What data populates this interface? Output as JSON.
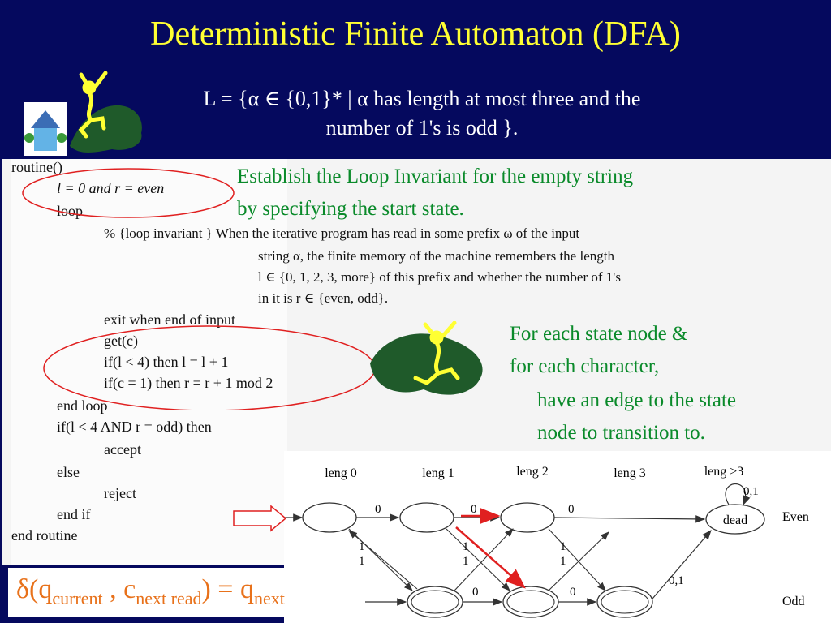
{
  "slide": {
    "title": "Deterministic Finite Automaton (DFA)",
    "language_line1": "L = {α ∈ {0,1}* | α has length at most three and the",
    "language_line2": "number of 1's is odd }."
  },
  "code": {
    "lines": [
      "routine()",
      "l = 0 and r = even",
      "loop",
      "% {loop invariant } When the iterative program has read in some prefix ω of the input",
      "string α, the finite memory of the machine remembers the length",
      "l ∈ {0, 1, 2, 3, more} of this prefix and whether the number of 1's",
      "in it is r ∈ {even, odd}.",
      "exit when end of input",
      "get(c)",
      "if(l < 4) then l = l + 1",
      "if(c = 1) then r = r + 1 mod 2",
      "end loop",
      "if(l < 4 AND r = odd) then",
      "accept",
      "else",
      "reject",
      "end if",
      "end routine"
    ]
  },
  "notes": {
    "invariant_line1": "Establish the Loop Invariant for the empty string",
    "invariant_line2": "by specifying the start state.",
    "edge_line1": "For each state node &",
    "edge_line2": "for each character,",
    "edge_line3": "have an edge to the state",
    "edge_line4": "node to transition to."
  },
  "diagram": {
    "column_labels": [
      "leng 0",
      "leng 1",
      "leng 2",
      "leng 3",
      "leng >3"
    ],
    "row_labels": [
      "Even",
      "Odd"
    ],
    "dead_state_label": "dead",
    "edge_labels": {
      "e01": "0",
      "e12": "0",
      "e23": "0",
      "dead_loop": "0,1",
      "c1a": "1",
      "c1b": "1",
      "c2a": "1",
      "c2b": "1",
      "c3a": "1",
      "c3b": "1",
      "o12": "0",
      "o23": "0",
      "odd_to_dead": "0,1"
    },
    "colors": {
      "highlight_arrow": "#e02020",
      "start_arrow": "#e02020"
    }
  },
  "formula": {
    "delta": "δ(q",
    "current": "current",
    "comma_c": " , c",
    "next_read": "next read",
    "equals_q": ")  =  q",
    "next": "next"
  },
  "colors": {
    "background": "#05095e",
    "title": "#ffff33",
    "note_text": "#0a8a2a",
    "formula_text": "#e8711a"
  }
}
